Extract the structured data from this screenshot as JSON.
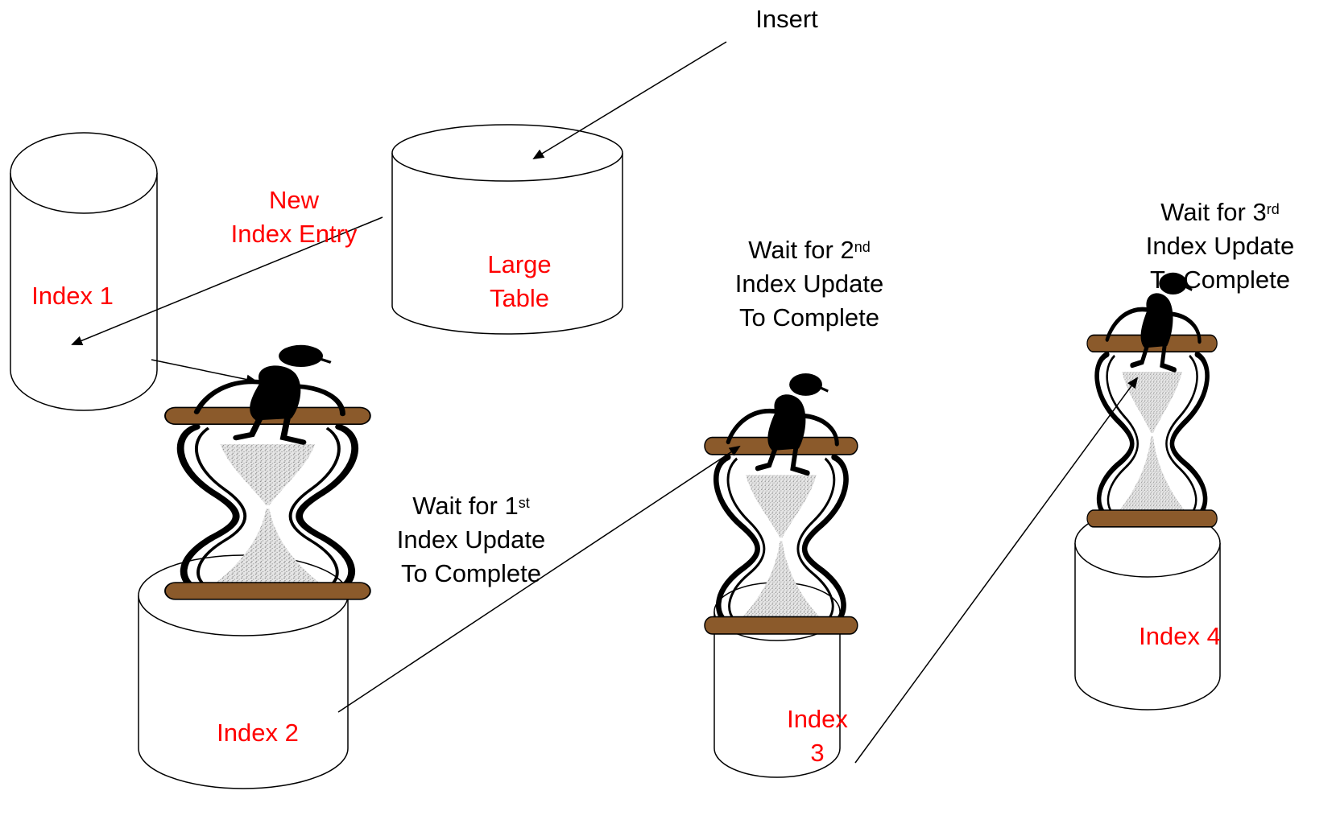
{
  "insert_label": "Insert",
  "large_table": {
    "line1": "Large",
    "line2": "Table"
  },
  "new_index_entry": {
    "line1": "New",
    "line2": "Index Entry"
  },
  "index1_label": "Index 1",
  "index2_label": "Index 2",
  "index3_label": {
    "line1": "Index",
    "line2": "3"
  },
  "index4_label": "Index 4",
  "wait1": {
    "prefix": "Wait for 1",
    "suffix": "st",
    "line2": "Index Update",
    "line3": "To Complete"
  },
  "wait2": {
    "prefix": "Wait for 2",
    "suffix": "nd",
    "line2": "Index Update",
    "line3": "To Complete"
  },
  "wait3": {
    "prefix": "Wait for 3",
    "suffix": "rd",
    "line2": "Index Update",
    "line3": "To Complete"
  },
  "colors": {
    "label_red": "#ff0000",
    "hourglass_wood": "#8b5a2b",
    "sand": "#c8c8c8"
  },
  "icons": [
    "database-cylinder",
    "hourglass-with-waiting-person",
    "arrow"
  ]
}
